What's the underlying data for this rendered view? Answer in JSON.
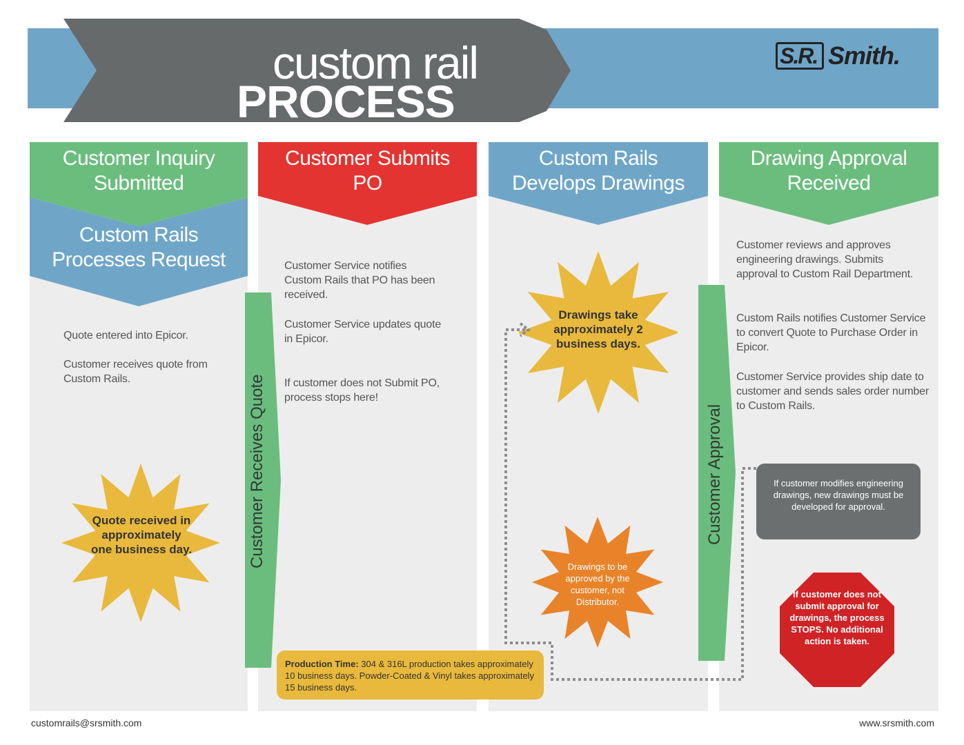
{
  "colors": {
    "banner_blue": "#6fa6c8",
    "banner_gray": "#676a6b",
    "green": "#6bbd7e",
    "red": "#e33431",
    "blue": "#6fa6c8",
    "column_bg": "#eeeded",
    "star_yellow": "#e8b93c",
    "star_orange": "#e8832a",
    "stop_red": "#cf2326",
    "note_gray": "#6c6f70",
    "production_yellow": "#e8b93c"
  },
  "header": {
    "title_line1": "custom rail",
    "title_line2": "PROCESS",
    "logo_sr": "S.R.",
    "logo_smith": "Smith."
  },
  "columns": [
    {
      "heading": "Customer Inquiry Submitted",
      "subheading": "Custom Rails Processes Request",
      "paragraphs": [
        "Quote entered into Epicor.",
        "Customer receives quote from Custom Rails."
      ],
      "star": "Quote received in approximately one business day."
    },
    {
      "heading": "Customer Submits PO",
      "paragraphs": [
        "Customer Service notifies Custom Rails that PO has been received.",
        "Customer Service updates quote in Epicor.",
        "If customer does not Submit PO, process stops here!"
      ]
    },
    {
      "heading": "Custom Rails Develops Drawings",
      "star": "Drawings take approximately 2 business days.",
      "star2": "Drawings to be approved by the customer, not Distributor."
    },
    {
      "heading": "Drawing Approval Received",
      "paragraphs": [
        "Customer reviews and approves engineering drawings. Submits approval to Custom Rail Department.",
        "Custom Rails notifies Customer Service to convert Quote to Purchase Order in Epicor.",
        "Customer Service provides ship date to customer and sends sales order number to Custom Rails."
      ],
      "note": "If customer modifies engineering drawings, new drawings must be developed for approval.",
      "stop": "If customer does not submit approval for drawings, the process STOPS. No additional action is taken."
    }
  ],
  "arrows": {
    "quote": "Customer Receives Quote",
    "approval": "Customer Approval"
  },
  "production": {
    "label": "Production Time:",
    "text": " 304 & 316L production takes approximately 10 business days. Powder-Coated & Vinyl takes approximately 15 business days."
  },
  "footer": {
    "email": "customrails@srsmith.com",
    "website": "www.srsmith.com"
  }
}
